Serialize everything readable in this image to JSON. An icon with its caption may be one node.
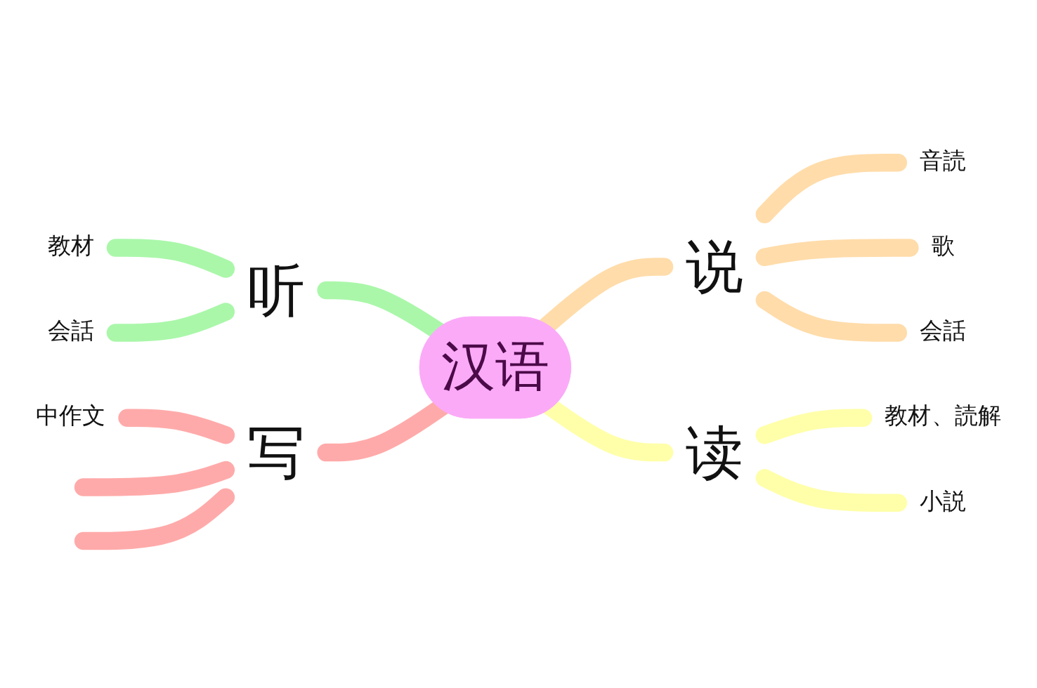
{
  "diagram": {
    "nodes": [
      {
        "text": [
          "汉语"
        ]
      },
      {
        "text": [
          "听"
        ]
      },
      {
        "text": [
          "教材"
        ]
      },
      {
        "text": [
          "会話"
        ]
      },
      {
        "text": [
          "说"
        ]
      },
      {
        "text": [
          "音読"
        ]
      },
      {
        "text": [
          "歌"
        ]
      },
      {
        "text": [
          "会話"
        ]
      },
      {
        "text": [
          "写"
        ]
      },
      {
        "text": [
          "中作文"
        ]
      },
      {
        "text": [
          "读"
        ]
      },
      {
        "text": [
          "教材、読解"
        ]
      },
      {
        "text": [
          "小説"
        ]
      }
    ],
    "edges": [
      {
        "from": 1,
        "to": 0,
        "arrow": "none",
        "color": "#aaf7aa"
      },
      {
        "from": 2,
        "to": 1,
        "arrow": "none",
        "color": "#aaf7aa"
      },
      {
        "from": 3,
        "to": 1,
        "arrow": "none",
        "color": "#aaf7aa"
      },
      {
        "from": 0,
        "to": 4,
        "arrow": "none",
        "color": "#ffdcaa"
      },
      {
        "from": 4,
        "to": 5,
        "arrow": "none",
        "color": "#ffdcaa"
      },
      {
        "from": 4,
        "to": 6,
        "arrow": "none",
        "color": "#ffdcaa"
      },
      {
        "from": 4,
        "to": 7,
        "arrow": "none",
        "color": "#ffdcaa"
      },
      {
        "from": 8,
        "to": 0,
        "arrow": "none",
        "color": "#ffaaaa"
      },
      {
        "from": 9,
        "to": 8,
        "arrow": "none",
        "color": "#ffaaaa"
      },
      {
        "from": null,
        "to": 8,
        "arrow": "none",
        "color": "#ffaaaa"
      },
      {
        "from": null,
        "to": 8,
        "arrow": "none",
        "color": "#ffaaaa"
      },
      {
        "from": 0,
        "to": 10,
        "arrow": "none",
        "color": "#ffffaa"
      },
      {
        "from": 10,
        "to": 11,
        "arrow": "none",
        "color": "#ffffaa"
      },
      {
        "from": 10,
        "to": 12,
        "arrow": "none",
        "color": "#ffffaa"
      }
    ]
  }
}
